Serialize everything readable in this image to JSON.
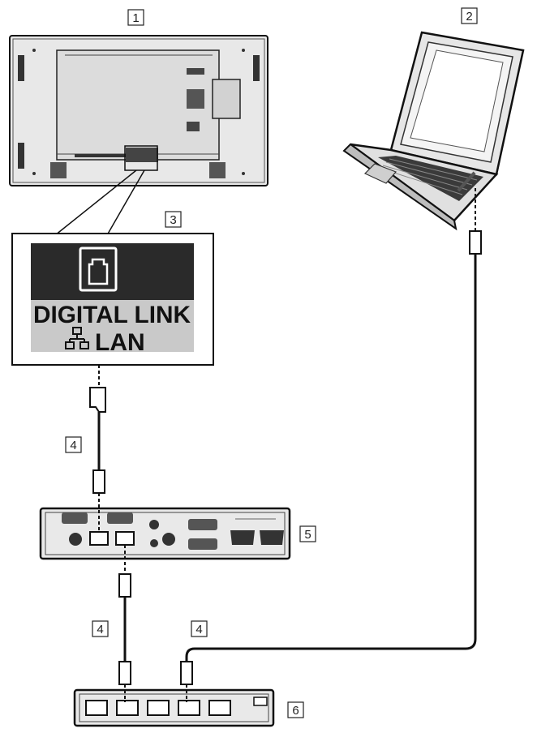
{
  "callouts": {
    "display": "1",
    "computer": "2",
    "port_detail": "3",
    "cable_display": "4",
    "transmitter": "5",
    "cable_computer": "4",
    "cable_hub": "4",
    "hub": "6"
  },
  "port_detail": {
    "line1": "DIGITAL LINK",
    "line2": "LAN"
  },
  "colors": {
    "line": "#111111",
    "device_fill": "#e9e9e9",
    "label_band": "#2a2a2a",
    "label_panel": "#c9c9c9"
  }
}
